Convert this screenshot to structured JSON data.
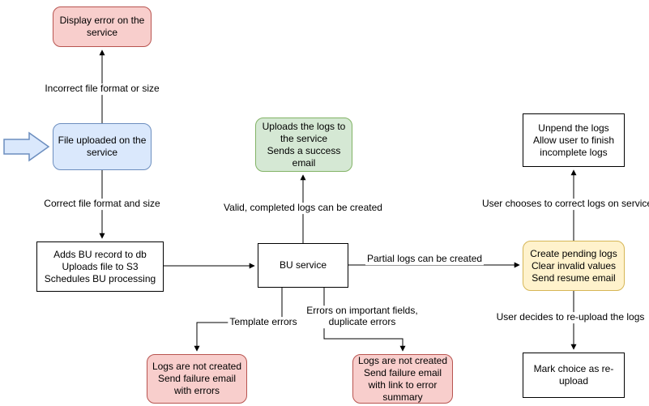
{
  "colors": {
    "pink_fill": "#f8cecc",
    "pink_border": "#b85450",
    "blue_fill": "#dae8fc",
    "blue_border": "#6c8ebf",
    "green_fill": "#d5e8d4",
    "green_border": "#82b366",
    "yellow_fill": "#fff2cc",
    "yellow_border": "#d6b656",
    "white_fill": "#ffffff",
    "black_border": "#000000"
  },
  "nodes": {
    "display_error": {
      "text": "Display error on the\nservice"
    },
    "file_uploaded": {
      "text": "File uploaded on the\nservice"
    },
    "adds_bu": {
      "text": "Adds BU record to db\nUploads file to S3\nSchedules BU processing"
    },
    "bu_service": {
      "text": "BU service"
    },
    "uploads_logs": {
      "text": "Uploads the logs to\nthe service\nSends a success\nemail"
    },
    "create_pending": {
      "text": "Create pending logs\nClear invalid values\nSend resume email"
    },
    "unpend_logs": {
      "text": "Unpend the logs\nAllow user to finish\nincomplete logs"
    },
    "mark_choice": {
      "text": "Mark choice as re-\nupload"
    },
    "logs_not_created_errors": {
      "text": "Logs are not created\nSend failure email\nwith errors"
    },
    "logs_not_created_summary": {
      "text": "Logs are not created\nSend failure email\nwith link to error\nsummary"
    }
  },
  "edges": {
    "incorrect_format": {
      "label": "Incorrect file format or size"
    },
    "correct_format": {
      "label": "Correct file format and size"
    },
    "valid_logs": {
      "label": "Valid, completed logs can be created"
    },
    "partial_logs": {
      "label": "Partial logs can be created"
    },
    "correct_on_service": {
      "label": "User chooses to correct logs on service"
    },
    "reupload": {
      "label": "User decides to re-upload the logs"
    },
    "template_errors": {
      "label": "Template errors"
    },
    "important_fields": {
      "label": "Errors on important fields,\nduplicate errors"
    }
  }
}
